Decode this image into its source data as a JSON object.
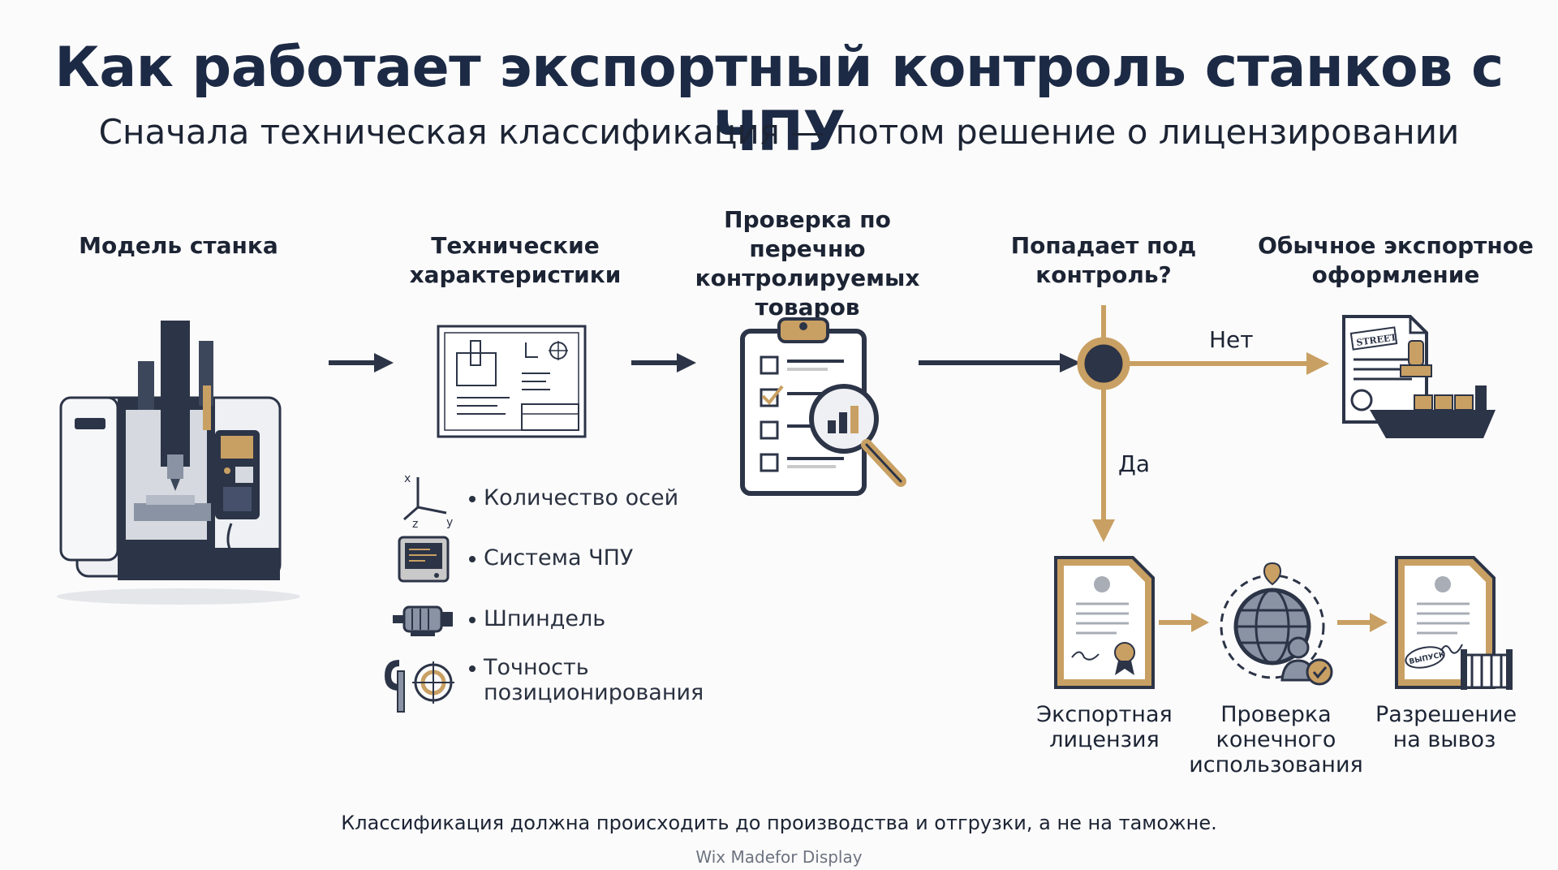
{
  "header": {
    "title": "Как работает экспортный контроль станков с ЧПУ",
    "subtitle": "Сначала техническая классификация — потом решение о лицензировании"
  },
  "steps": {
    "machine_model": "Модель станка",
    "tech_specs": "Технические характеристики",
    "list_check": "Проверка по перечню контролируемых товаров",
    "under_control": "Попадает под контроль?",
    "normal_export": "Обычное экспортное оформление"
  },
  "branches": {
    "no": "Нет",
    "yes": "Да"
  },
  "specs": [
    {
      "icon": "axes-icon",
      "label": "Количество осей"
    },
    {
      "icon": "cnc-system-icon",
      "label": "Система ЧПУ"
    },
    {
      "icon": "spindle-icon",
      "label": "Шпиндель"
    },
    {
      "icon": "positioning-accuracy-icon",
      "label": "Точность позиционирования"
    }
  ],
  "licensing_steps": [
    {
      "icon": "export-license-icon",
      "label": "Экспортная лицензия"
    },
    {
      "icon": "end-use-check-icon",
      "label": "Проверка конечного использования"
    },
    {
      "icon": "export-permit-icon",
      "label": "Разрешение на вывоз"
    }
  ],
  "stamp_texts": {
    "export_doc_stamp": "STREET",
    "permit_stamp": "ВЫПУСК"
  },
  "axis_letters": {
    "x": "x",
    "y": "y",
    "z": "z"
  },
  "footer": {
    "note": "Классификация должна происходить до производства и отгрузки, а не на таможне.",
    "font_credit": "Wix Madefor Display"
  },
  "colors": {
    "navy": "#2c3447",
    "gold": "#c9a063",
    "text": "#1c2434",
    "background": "#fbfbfb"
  }
}
